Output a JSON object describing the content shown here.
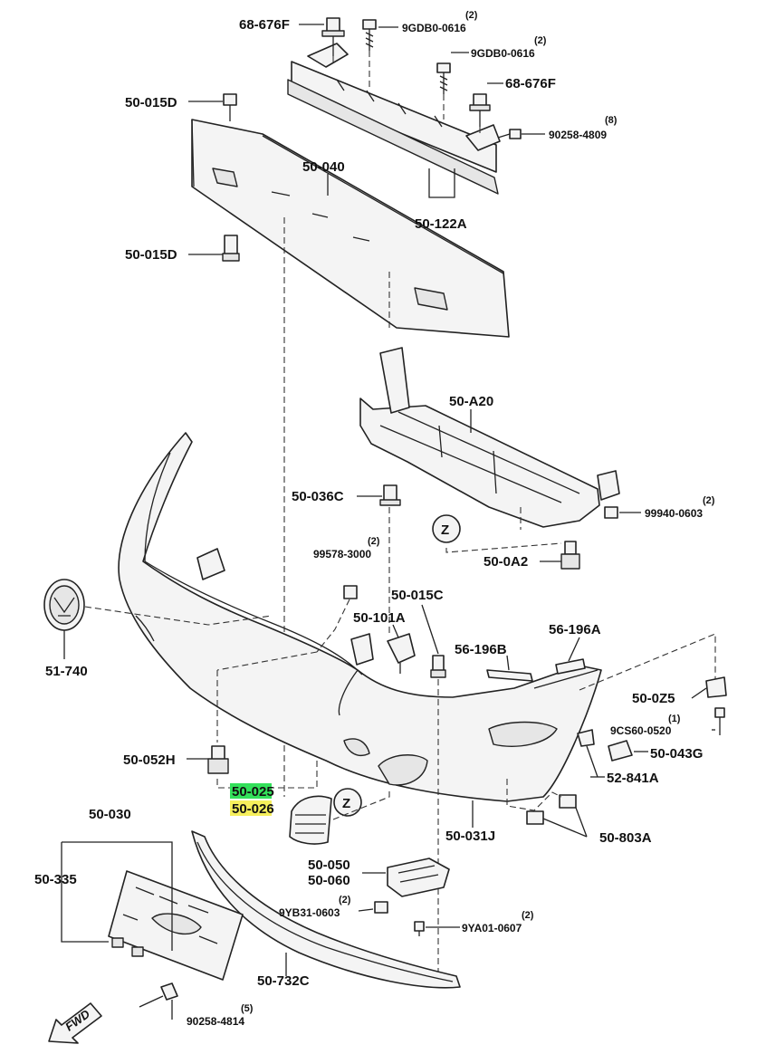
{
  "labels": {
    "p68_676f_top": "68-676F",
    "p9gdb0_a": "9GDB0-0616",
    "p9gdb0_a_qty": "(2)",
    "p9gdb0_b": "9GDB0-0616",
    "p9gdb0_b_qty": "(2)",
    "p68_676f_right": "68-676F",
    "p90258_4809": "90258-4809",
    "p90258_4809_qty": "(8)",
    "p50_015d_top": "50-015D",
    "p50_040": "50-040",
    "p50_122a": "50-122A",
    "p50_015d_bot": "50-015D",
    "p50_a20": "50-A20",
    "p50_036c": "50-036C",
    "p99940_0603": "99940-0603",
    "p99940_0603_qty": "(2)",
    "pZ_top": "Z",
    "p50_0a2": "50-0A2",
    "p99578_3000": "99578-3000",
    "p99578_3000_qty": "(2)",
    "p50_015c": "50-015C",
    "p50_101a": "50-101A",
    "p56_196a": "56-196A",
    "p56_196b": "56-196B",
    "p51_740": "51-740",
    "p50_0z5": "50-0Z5",
    "p9cs60_0520": "9CS60-0520",
    "p9cs60_0520_qty": "(1)",
    "p50_043g": "50-043G",
    "p50_052h": "50-052H",
    "p52_841a": "52-841A",
    "p50_025": "50-025",
    "p50_026": "50-026",
    "pZ_bot": "Z",
    "p50_031j": "50-031J",
    "p50_030": "50-030",
    "p50_803a": "50-803A",
    "p50_335": "50-335",
    "p50_050": "50-050",
    "p50_060": "50-060",
    "p9yb31_0603": "9YB31-0603",
    "p9yb31_0603_qty": "(2)",
    "p9ya01_0607": "9YA01-0607",
    "p9ya01_0607_qty": "(2)",
    "p50_732c": "50-732C",
    "p90258_4814": "90258-4814",
    "p90258_4814_qty": "(5)",
    "fwd": "FWD"
  },
  "colors": {
    "highlight_green": "#33e05a",
    "highlight_yellow": "#f6ef5c"
  }
}
